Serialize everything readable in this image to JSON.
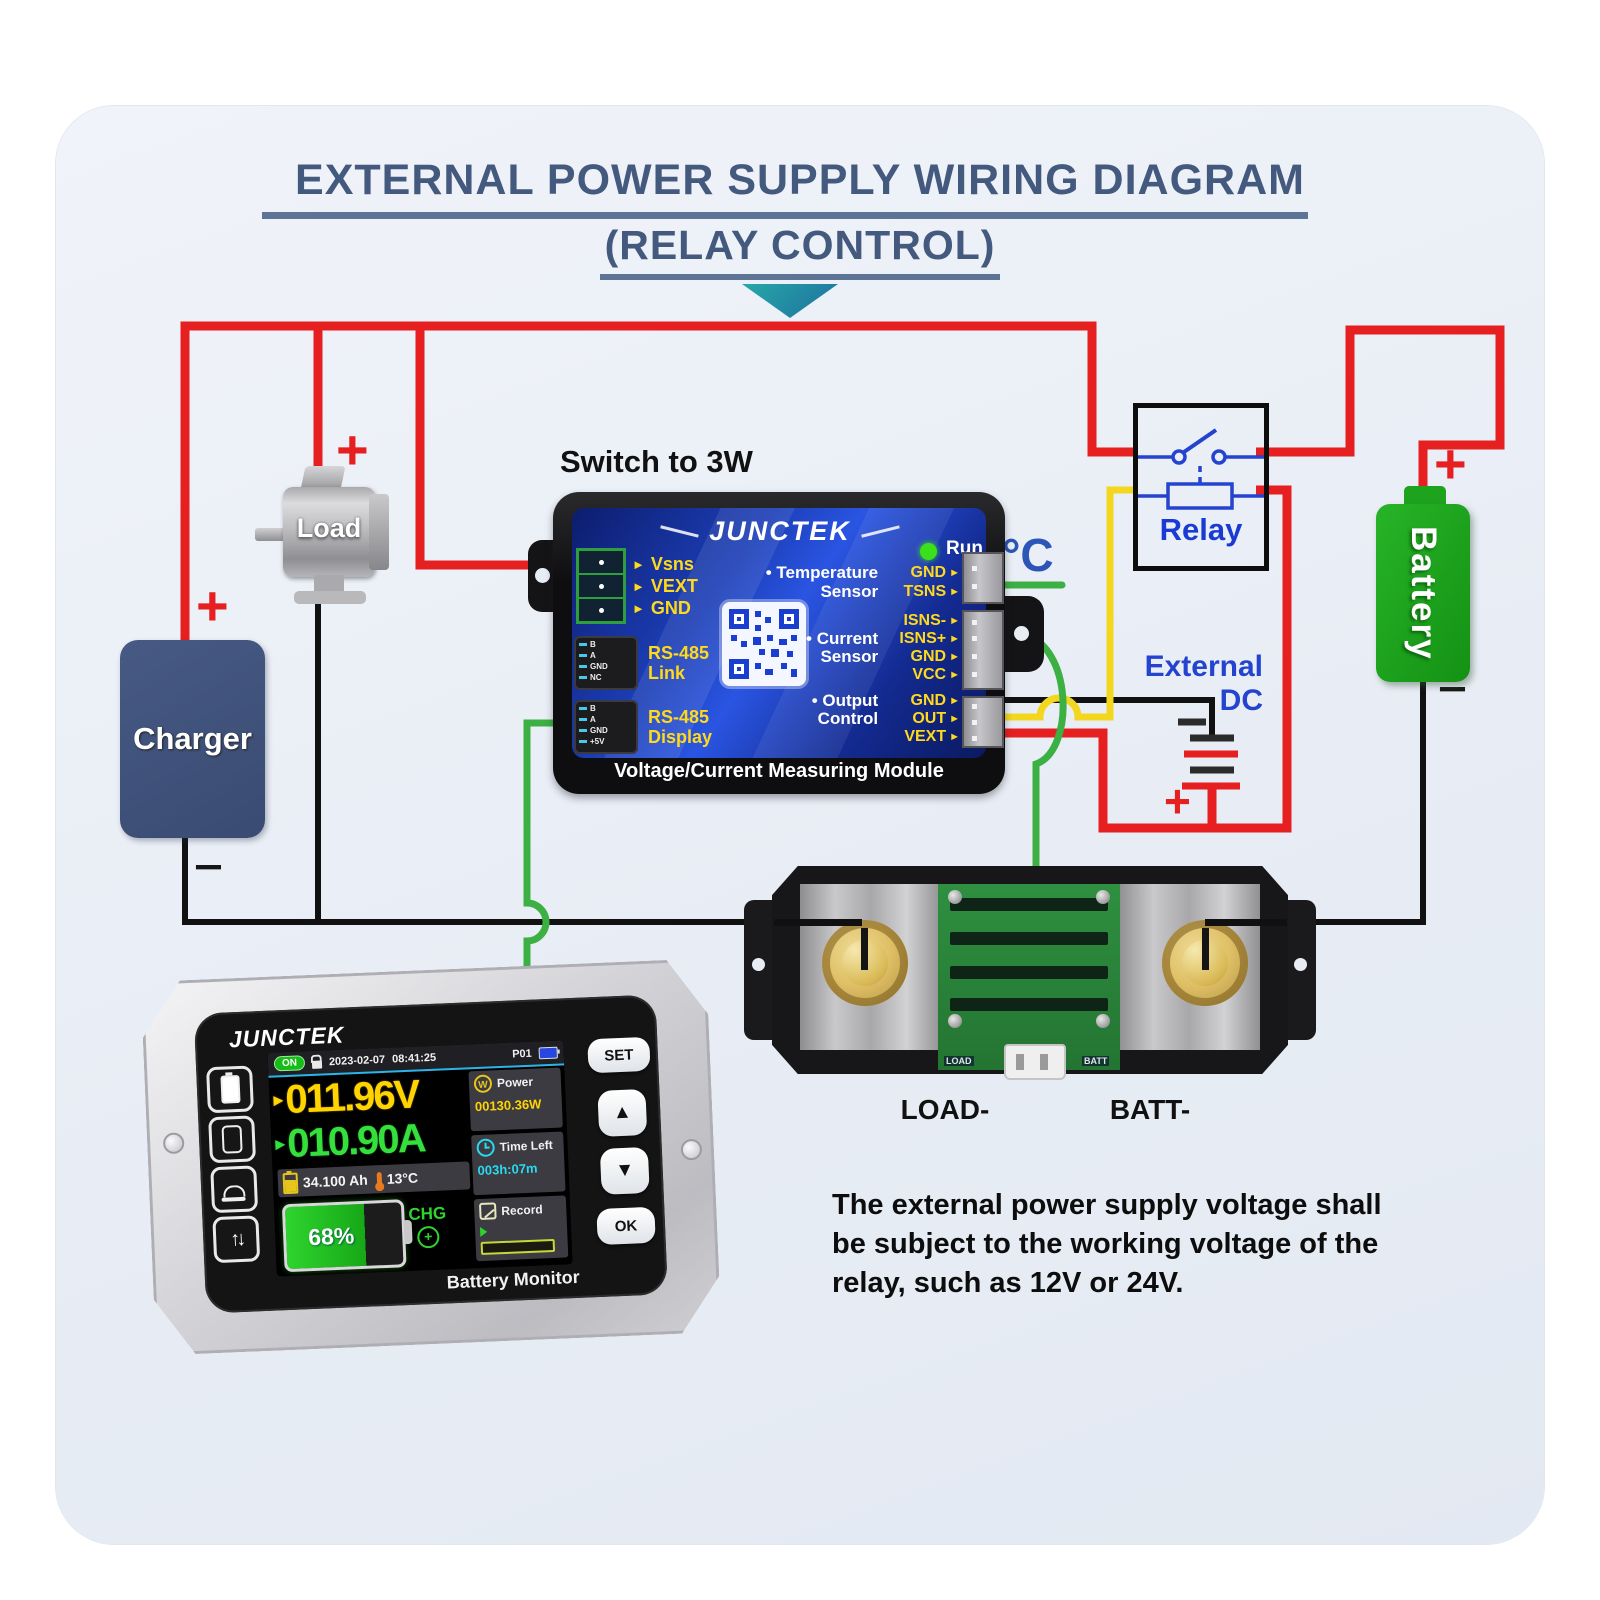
{
  "title": {
    "line1": "EXTERNAL POWER SUPPLY WIRING DIAGRAM",
    "line2": "(RELAY CONTROL)"
  },
  "note": "The external power supply voltage shall\nbe subject to the working voltage of the\nrelay, such as 12V or 24V.",
  "labels": {
    "switch_note": "Switch to 3W",
    "charger": "Charger",
    "load": "Load",
    "relay": "Relay",
    "battery": "Battery",
    "external_line1": "External",
    "external_line2": "DC",
    "celsius": "°C",
    "shunt_load": "LOAD-",
    "shunt_batt": "BATT-",
    "pcb_load": "LOAD",
    "pcb_batt": "BATT"
  },
  "module": {
    "brand": "JUNCTEK",
    "run_label": "Run",
    "left_pins": [
      "Vsns",
      "VEXT",
      "GND"
    ],
    "link_jack": {
      "line1": "RS-485",
      "line2": "Link",
      "pins": [
        "B",
        "A",
        "GND",
        "NC"
      ]
    },
    "display_jack": {
      "line1": "RS-485",
      "line2": "Display",
      "pins": [
        "B",
        "A",
        "GND",
        "+5V"
      ]
    },
    "rows": [
      {
        "name": "• Temperature",
        "pin": "GND"
      },
      {
        "name": "Sensor",
        "pin": "TSNS"
      },
      {
        "name": "",
        "pin": "ISNS-"
      },
      {
        "name": "• Current",
        "pin": "ISNS+"
      },
      {
        "name": "Sensor",
        "pin": "GND"
      },
      {
        "name": "",
        "pin": "VCC"
      },
      {
        "name": "• Output",
        "pin": "GND"
      },
      {
        "name": "Control",
        "pin": "OUT"
      },
      {
        "name": "",
        "pin": "VEXT"
      }
    ],
    "footer": "Voltage/Current Measuring Module"
  },
  "monitor": {
    "brand": "JUNCTEK",
    "footer": "Battery Monitor",
    "status": {
      "on": "ON",
      "date": "2023-02-07",
      "time": "08:41:25",
      "preset": "P01"
    },
    "voltage": "011.96V",
    "current": "010.90A",
    "capacity": "34.100 Ah",
    "temperature": "13°C",
    "soc": "68%",
    "chg": "CHG",
    "power_label": "Power",
    "power_value": "00130.36W",
    "time_left_label": "Time Left",
    "time_left_value": "003h:07m",
    "record_label": "Record",
    "buttons": {
      "set": "SET",
      "up": "▲",
      "down": "▼",
      "ok": "OK"
    }
  },
  "icons": {
    "pointer": "►",
    "play": "▶",
    "plus": "+",
    "minus": "−",
    "updown": "↑↓",
    "watt_letter": "W",
    "chg_plus": "+"
  },
  "colors": {
    "wire_red": "#e62020",
    "wire_black": "#111111",
    "wire_yellow": "#f2d71e",
    "wire_green": "#3cb043",
    "accent_blue": "#2443cf",
    "title_blue": "#44597e",
    "battery_green": "#1ea31e",
    "charger_blue": "#3e5179"
  }
}
